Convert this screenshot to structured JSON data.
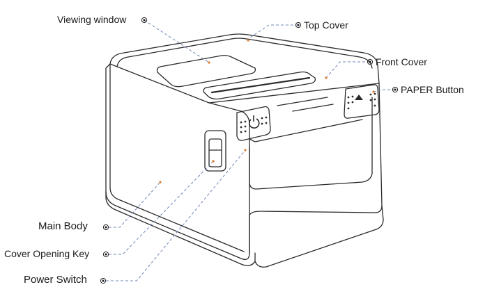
{
  "diagram": {
    "labels": {
      "viewing_window": "Viewing window",
      "top_cover": "Top Cover",
      "front_cover": "Front Cover",
      "paper_button": "PAPER Button",
      "main_body": "Main Body",
      "cover_opening_key": "Cover Opening Key",
      "power_switch": "Power Switch"
    },
    "colors": {
      "outline": "#2a2a2a",
      "leader_line": "#6f86b8",
      "marker": "#e07a2a",
      "text": "#1a1a1a"
    }
  }
}
